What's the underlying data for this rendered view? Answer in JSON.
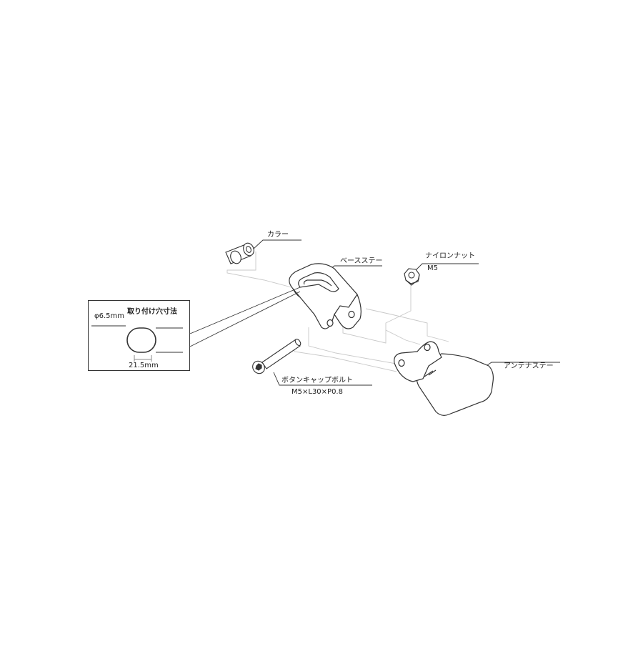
{
  "labels": {
    "collar": "カラー",
    "base_stay": "ベースステー",
    "nylon_nut": "ナイロンナット",
    "nut_size": "M5",
    "antenna_stay": "アンテナステー",
    "button_cap_bolt": "ボタンキャップボルト",
    "bolt_spec": "M5×L30×P0.8"
  },
  "inset": {
    "title": "取り付け穴寸法",
    "diameter": "φ6.5mm",
    "length": "21.5mm"
  }
}
